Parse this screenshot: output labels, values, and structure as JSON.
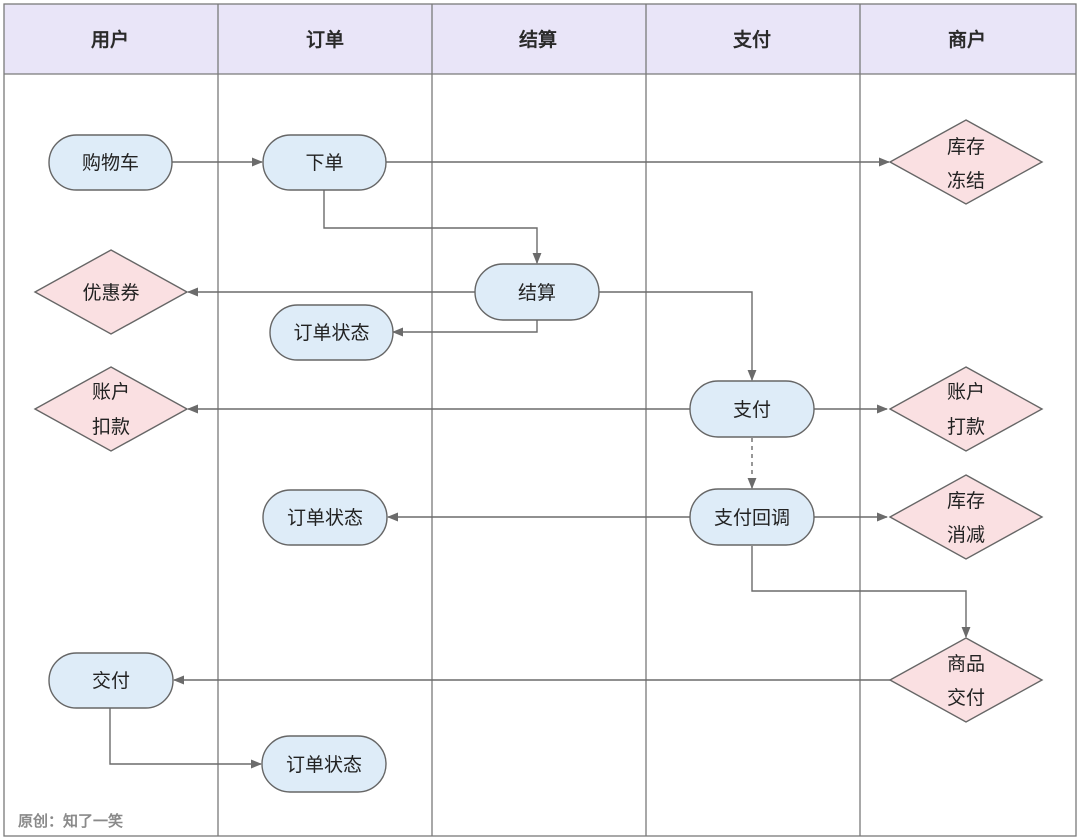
{
  "lanes": [
    {
      "id": "user",
      "label": "用户"
    },
    {
      "id": "order",
      "label": "订单"
    },
    {
      "id": "settle",
      "label": "结算"
    },
    {
      "id": "pay",
      "label": "支付"
    },
    {
      "id": "merchant",
      "label": "商户"
    }
  ],
  "nodes": {
    "cart": {
      "lines": [
        "购物车"
      ]
    },
    "place_order": {
      "lines": [
        "下单"
      ]
    },
    "inventory_freeze": {
      "lines": [
        "库存",
        "冻结"
      ]
    },
    "coupon": {
      "lines": [
        "优惠券"
      ]
    },
    "settlement": {
      "lines": [
        "结算"
      ]
    },
    "order_status_1": {
      "lines": [
        "订单状态"
      ]
    },
    "account_debit": {
      "lines": [
        "账户",
        "扣款"
      ]
    },
    "payment": {
      "lines": [
        "支付"
      ]
    },
    "account_credit": {
      "lines": [
        "账户",
        "打款"
      ]
    },
    "order_status_2": {
      "lines": [
        "订单状态"
      ]
    },
    "payment_callback": {
      "lines": [
        "支付回调"
      ]
    },
    "inventory_deduct": {
      "lines": [
        "库存",
        "消减"
      ]
    },
    "goods_delivery": {
      "lines": [
        "商品",
        "交付"
      ]
    },
    "delivery": {
      "lines": [
        "交付"
      ]
    },
    "order_status_3": {
      "lines": [
        "订单状态"
      ]
    }
  },
  "edges": [
    {
      "from": "cart",
      "to": "place_order",
      "style": "solid"
    },
    {
      "from": "place_order",
      "to": "inventory_freeze",
      "style": "solid"
    },
    {
      "from": "place_order",
      "to": "settlement",
      "style": "solid"
    },
    {
      "from": "settlement",
      "to": "coupon",
      "style": "solid"
    },
    {
      "from": "settlement",
      "to": "order_status_1",
      "style": "solid"
    },
    {
      "from": "settlement",
      "to": "payment",
      "style": "solid"
    },
    {
      "from": "payment",
      "to": "account_debit",
      "style": "solid"
    },
    {
      "from": "payment",
      "to": "account_credit",
      "style": "solid"
    },
    {
      "from": "payment",
      "to": "payment_callback",
      "style": "dashed"
    },
    {
      "from": "payment_callback",
      "to": "order_status_2",
      "style": "solid"
    },
    {
      "from": "payment_callback",
      "to": "inventory_deduct",
      "style": "solid"
    },
    {
      "from": "payment_callback",
      "to": "goods_delivery",
      "style": "solid"
    },
    {
      "from": "goods_delivery",
      "to": "delivery",
      "style": "solid"
    },
    {
      "from": "delivery",
      "to": "order_status_3",
      "style": "solid"
    }
  ],
  "watermark": "原创：知了一笑",
  "colors": {
    "header": "#e9e5f8",
    "pill": "#deecf8",
    "diamond": "#fae0e2",
    "line": "#6b6b6b"
  }
}
